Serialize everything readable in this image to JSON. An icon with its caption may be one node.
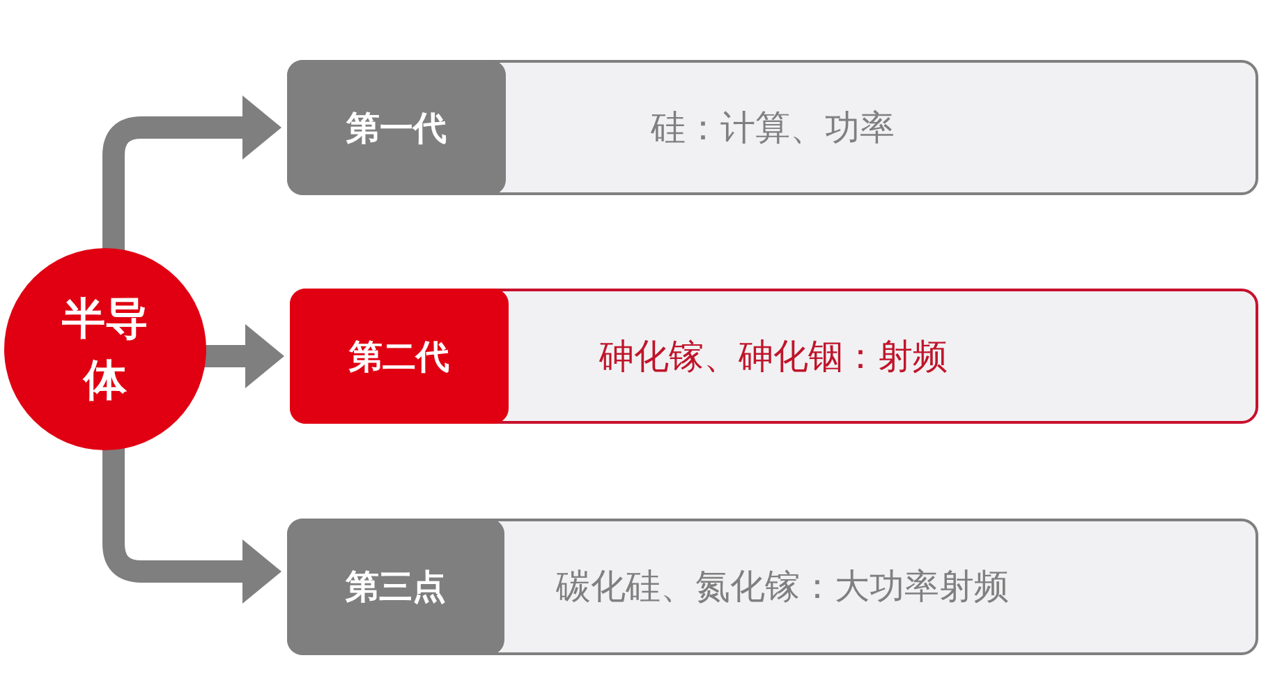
{
  "diagram": {
    "nodes": [
      {
        "text": [
          "半导体"
        ]
      },
      {
        "text": [
          "硅：计算、功率"
        ]
      },
      {
        "text": [
          "第一代"
        ],
        "in": 1
      },
      {
        "text": [
          "砷化镓、砷化铟：射频"
        ]
      },
      {
        "text": [
          "第二代"
        ],
        "in": 3
      },
      {
        "text": [
          "碳化硅、氮化镓：大功率射频"
        ]
      },
      {
        "text": [
          "第三点"
        ],
        "in": 5
      }
    ],
    "edges": [
      {
        "from": 0,
        "to": 2,
        "arrow": "to"
      },
      {
        "from": 0,
        "to": 4,
        "arrow": "to"
      },
      {
        "from": 0,
        "to": 6,
        "arrow": "to"
      }
    ]
  }
}
